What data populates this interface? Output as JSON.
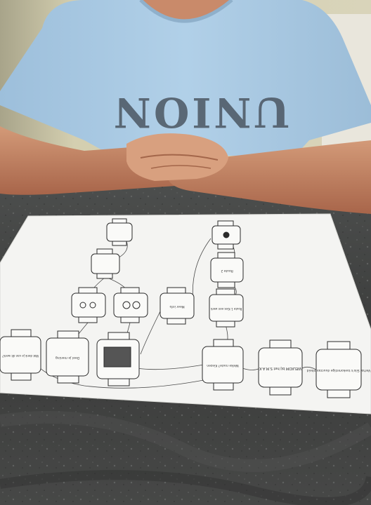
{
  "photo": {
    "shirt_print": "UNION",
    "watch_texts": {
      "intro": "Verhal Silo's toekomstige duurzaamheid",
      "welkom": "WELKOM bij het S.M.A.K",
      "vraag": "Welke route? Kiezen",
      "route_a": "Route 1 Kies een werk",
      "route_b": "Route 2",
      "detail": "Meer info",
      "bottom_left_1": "Wat denk je van dit werk?",
      "bottom_left_2": "Deel je mening"
    },
    "colors": {
      "wall": "#c9c3a8",
      "shirt": "#a9c8e0",
      "skin": "#c98a6a",
      "counter": "#3f403f",
      "paper": "#f4f4f2",
      "ink": "#2b2b2b"
    }
  }
}
